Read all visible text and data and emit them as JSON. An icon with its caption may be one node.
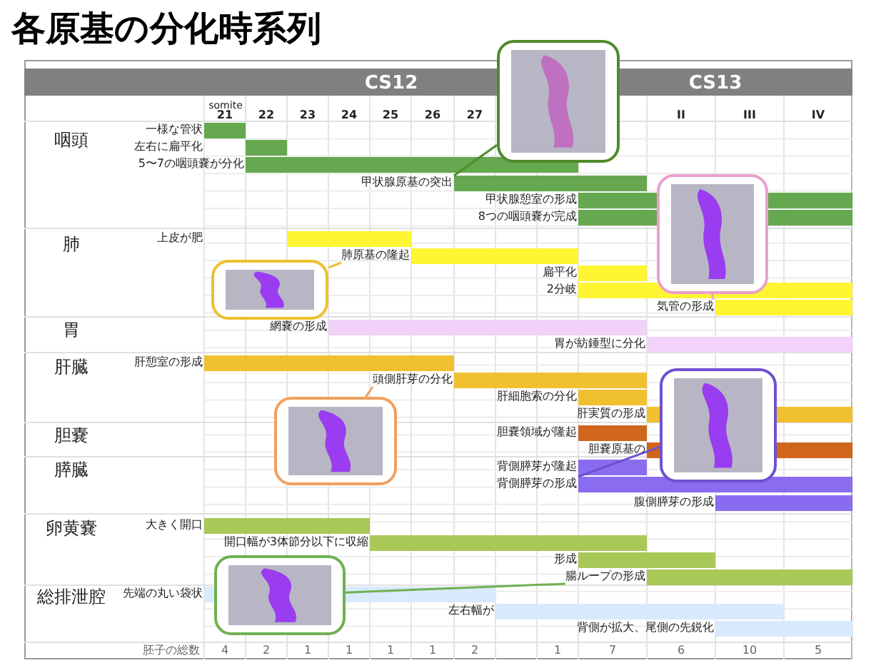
{
  "diagram": {
    "title": "各原基の分化時系列",
    "nodes": [
      {
        "text": [],
        "shape": "picture"
      },
      {
        "text": [],
        "shape": "picture"
      },
      {
        "text": [],
        "shape": "picture"
      },
      {
        "text": [],
        "shape": "picture"
      },
      {
        "text": [],
        "shape": "picture"
      },
      {
        "text": [],
        "shape": "picture"
      },
      {
        "text": [
          "甲状腺原基の突出"
        ]
      },
      {
        "text": [
          "肺原基の隆起"
        ]
      },
      {
        "text": [
          "気管の形成"
        ]
      },
      {
        "text": [
          "頭側肝芽の分化"
        ]
      },
      {
        "text": [
          "背側膵芽の形成"
        ]
      },
      {
        "text": [
          "腸ループの形成"
        ]
      }
    ],
    "edges": [
      {
        "from": 0,
        "to": 6,
        "arrow": "none",
        "color": "#4f8a2c"
      },
      {
        "from": 1,
        "to": 7,
        "arrow": "none",
        "color": "#eec030"
      },
      {
        "from": 2,
        "to": 8,
        "arrow": "none",
        "color": "#e8a0d0"
      },
      {
        "from": 3,
        "to": 9,
        "arrow": "none",
        "color": "#f0a060"
      },
      {
        "from": 4,
        "to": 10,
        "arrow": "none",
        "color": "#7050d0"
      },
      {
        "from": 5,
        "to": 11,
        "arrow": "none",
        "color": "#70b050"
      }
    ],
    "labels": [
      "CS12",
      "CS13",
      "somite",
      "21",
      "22",
      "23",
      "24",
      "25",
      "26",
      "27",
      "II",
      "III",
      "IV",
      "咽頭",
      "一様な管状",
      "左右に扁平化",
      "5〜7の咽頭嚢が分化",
      "甲状腺憩室の形成",
      "8つの咽頭嚢が完成",
      "肺",
      "上皮が肥",
      "扁平化",
      "2分岐",
      "胃",
      "網嚢の形成",
      "胃が紡錘型に分化",
      "肝臓",
      "肝憩室の形成",
      "肝細胞索の分化",
      "肝実質の形成",
      "胆嚢",
      "胆嚢領域が隆起",
      "胆嚢原基の",
      "膵臓",
      "背側膵芽が隆起",
      "腹側膵芽の形成",
      "卵黄嚢",
      "大きく開口",
      "開口幅が3体節分以下に収縮",
      "形成",
      "総排泄腔",
      "先端の丸い袋状",
      "左右幅が",
      "背側が拡大、尾側の先鋭化",
      "胚子の総数",
      "4",
      "2",
      "1",
      "1",
      "1",
      "1",
      "2",
      "1",
      "7",
      "6",
      "10",
      "5"
    ]
  }
}
